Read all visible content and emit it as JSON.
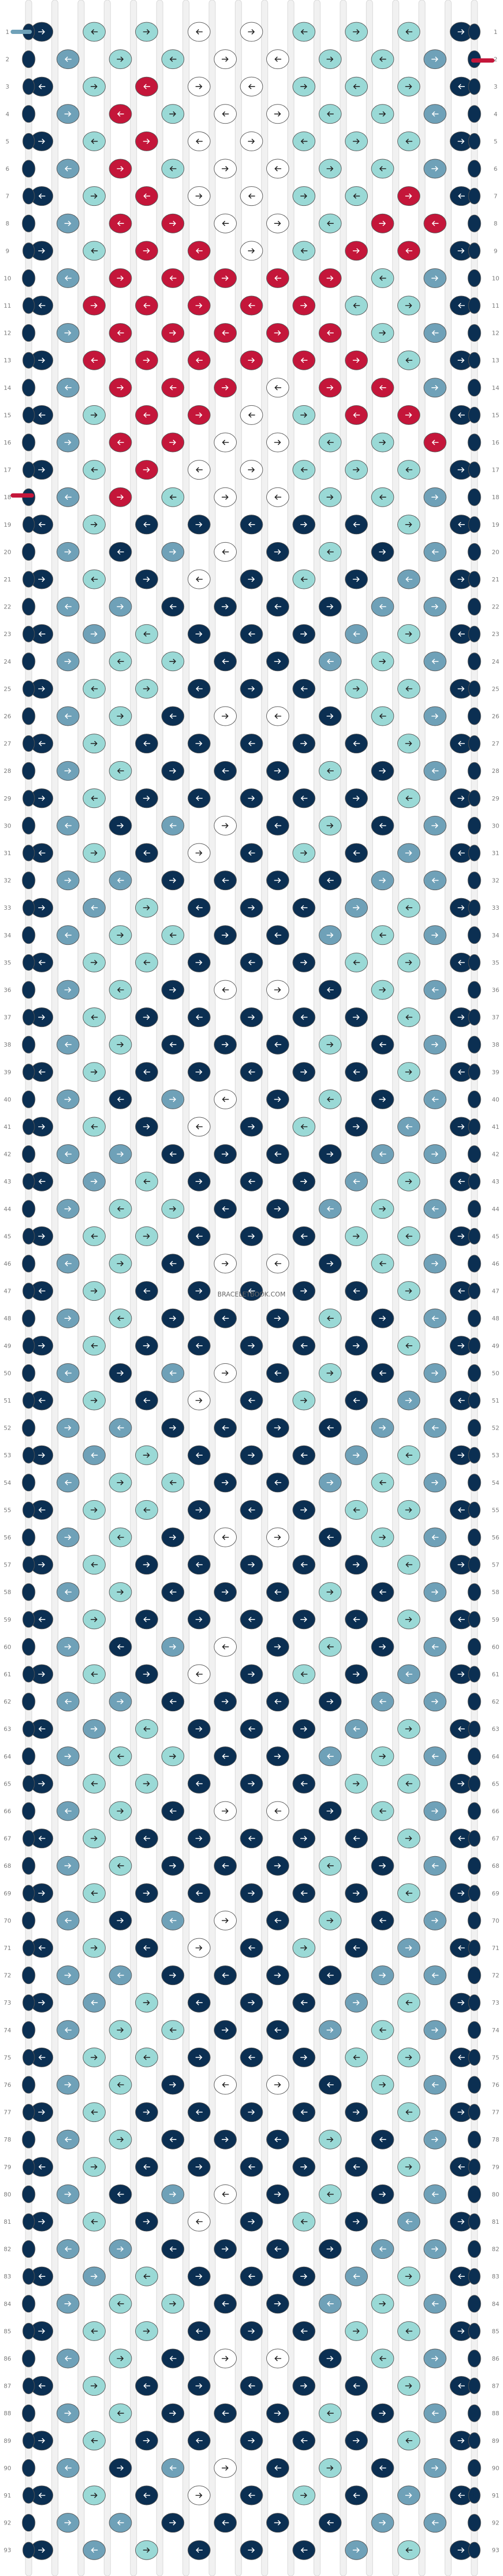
{
  "watermark": "BRACELETBOOK.COM",
  "colors": {
    "navy": "#0b2f52",
    "steel": "#6fa1b8",
    "aqua": "#9ad9d6",
    "white": "#ffffff",
    "red": "#c4163a",
    "rail": "#e6e6e6",
    "outline": "#555555"
  },
  "pattern": {
    "strands": 18,
    "rows": 93,
    "left_labels": [
      "1",
      "2",
      "3",
      "4",
      "5",
      "6",
      "7",
      "8",
      "9",
      "10",
      "11",
      "12",
      "13",
      "14",
      "15",
      "16",
      "17",
      "18",
      "19",
      "20",
      "21",
      "22",
      "23",
      "24",
      "25",
      "26",
      "27",
      "28",
      "29",
      "30",
      "31",
      "32",
      "33",
      "34",
      "35",
      "36",
      "37",
      "38",
      "39",
      "40",
      "41",
      "42",
      "43",
      "44",
      "45",
      "46",
      "47",
      "48",
      "49",
      "50",
      "51",
      "52",
      "53",
      "54",
      "55",
      "56",
      "57",
      "58",
      "59",
      "60",
      "61",
      "62",
      "63",
      "64",
      "65",
      "66",
      "67",
      "68",
      "69",
      "70",
      "71",
      "72",
      "73",
      "74",
      "75",
      "76",
      "77",
      "78",
      "79",
      "80",
      "81",
      "82",
      "83",
      "84",
      "85",
      "86",
      "87",
      "88",
      "89",
      "90",
      "91",
      "92",
      "93"
    ],
    "right_labels": [
      "1",
      "2",
      "3",
      "4",
      "5",
      "6",
      "7",
      "8",
      "9",
      "10",
      "11",
      "12",
      "13",
      "14",
      "15",
      "16",
      "17",
      "18",
      "19",
      "20",
      "21",
      "22",
      "23",
      "24",
      "25",
      "26",
      "27",
      "28",
      "29",
      "30",
      "31",
      "32",
      "33",
      "34",
      "35",
      "36",
      "37",
      "38",
      "39",
      "40",
      "41",
      "42",
      "43",
      "44",
      "45",
      "46",
      "47",
      "48",
      "49",
      "50",
      "51",
      "52",
      "53",
      "54",
      "55",
      "56",
      "57",
      "58",
      "59",
      "60",
      "61",
      "62",
      "63",
      "64",
      "65",
      "66",
      "67",
      "68",
      "69",
      "70",
      "71",
      "72",
      "73",
      "74",
      "75",
      "76",
      "77",
      "78",
      "79",
      "80",
      "81",
      "82",
      "83",
      "84",
      "85",
      "86",
      "87",
      "88",
      "89",
      "90",
      "91",
      "92",
      "93"
    ],
    "base_columns": [
      "navy",
      "steel",
      "aqua",
      "aqua",
      "aqua",
      "aqua",
      "aqua",
      "white",
      "white",
      "white",
      "white",
      "aqua",
      "aqua",
      "aqua",
      "aqua",
      "aqua",
      "steel",
      "navy"
    ],
    "knot_colors_by_column": [
      "navy",
      "steel",
      "aqua",
      "aqua",
      "aqua",
      "aqua",
      "white",
      "white",
      "white",
      "white",
      "aqua",
      "aqua",
      "aqua",
      "aqua",
      "aqua",
      "steel",
      "navy"
    ],
    "heart_rows": [
      3,
      4,
      5,
      6,
      7,
      8,
      9,
      10,
      11,
      12,
      13,
      14,
      15,
      16,
      17,
      18
    ],
    "heart_rows_red_knots": [
      [
        3,
        4
      ],
      [
        3,
        4
      ],
      [
        3,
        4
      ],
      [
        3,
        4
      ],
      [
        3,
        4,
        5,
        14,
        15
      ],
      [
        3,
        4,
        5,
        6,
        13,
        14,
        15
      ],
      [
        3,
        4,
        5,
        6,
        7,
        12,
        13,
        14
      ],
      [
        2,
        3,
        4,
        5,
        6,
        7,
        8,
        9,
        10,
        11,
        12
      ],
      [
        1,
        2,
        3,
        4,
        5,
        6,
        7,
        8,
        9,
        10
      ],
      [
        2,
        3,
        4,
        5,
        6,
        7,
        8,
        9,
        10,
        11
      ],
      [
        2,
        3,
        4,
        5,
        6,
        7,
        8,
        9,
        10,
        11,
        12
      ],
      [
        3,
        4,
        5,
        6,
        7,
        11,
        12,
        13,
        14
      ],
      [
        3,
        4,
        5,
        6,
        12,
        13,
        14,
        15
      ],
      [
        3,
        4,
        5,
        14,
        15
      ],
      [
        3,
        4
      ],
      [
        3,
        4
      ]
    ],
    "dark_pattern_rows_start": 19,
    "dark_pattern": [
      [
        4,
        5,
        6,
        7,
        8,
        9,
        10,
        11,
        12
      ],
      [
        3,
        4,
        8,
        9,
        12,
        13
      ],
      [
        3,
        4,
        5,
        7,
        8,
        9,
        11,
        12,
        13
      ],
      [
        4,
        5,
        6,
        7,
        9,
        10,
        11,
        12
      ],
      [
        5,
        6,
        7,
        8,
        10,
        11
      ],
      [
        6,
        7,
        9,
        10
      ],
      [
        5,
        6,
        7,
        8,
        9,
        10,
        11
      ],
      [
        4,
        5,
        6,
        11,
        12
      ],
      [
        3,
        4,
        5,
        6,
        7,
        8,
        9,
        10,
        11,
        12,
        13
      ],
      [
        4,
        5,
        7,
        8,
        9,
        10,
        12,
        13
      ]
    ]
  }
}
